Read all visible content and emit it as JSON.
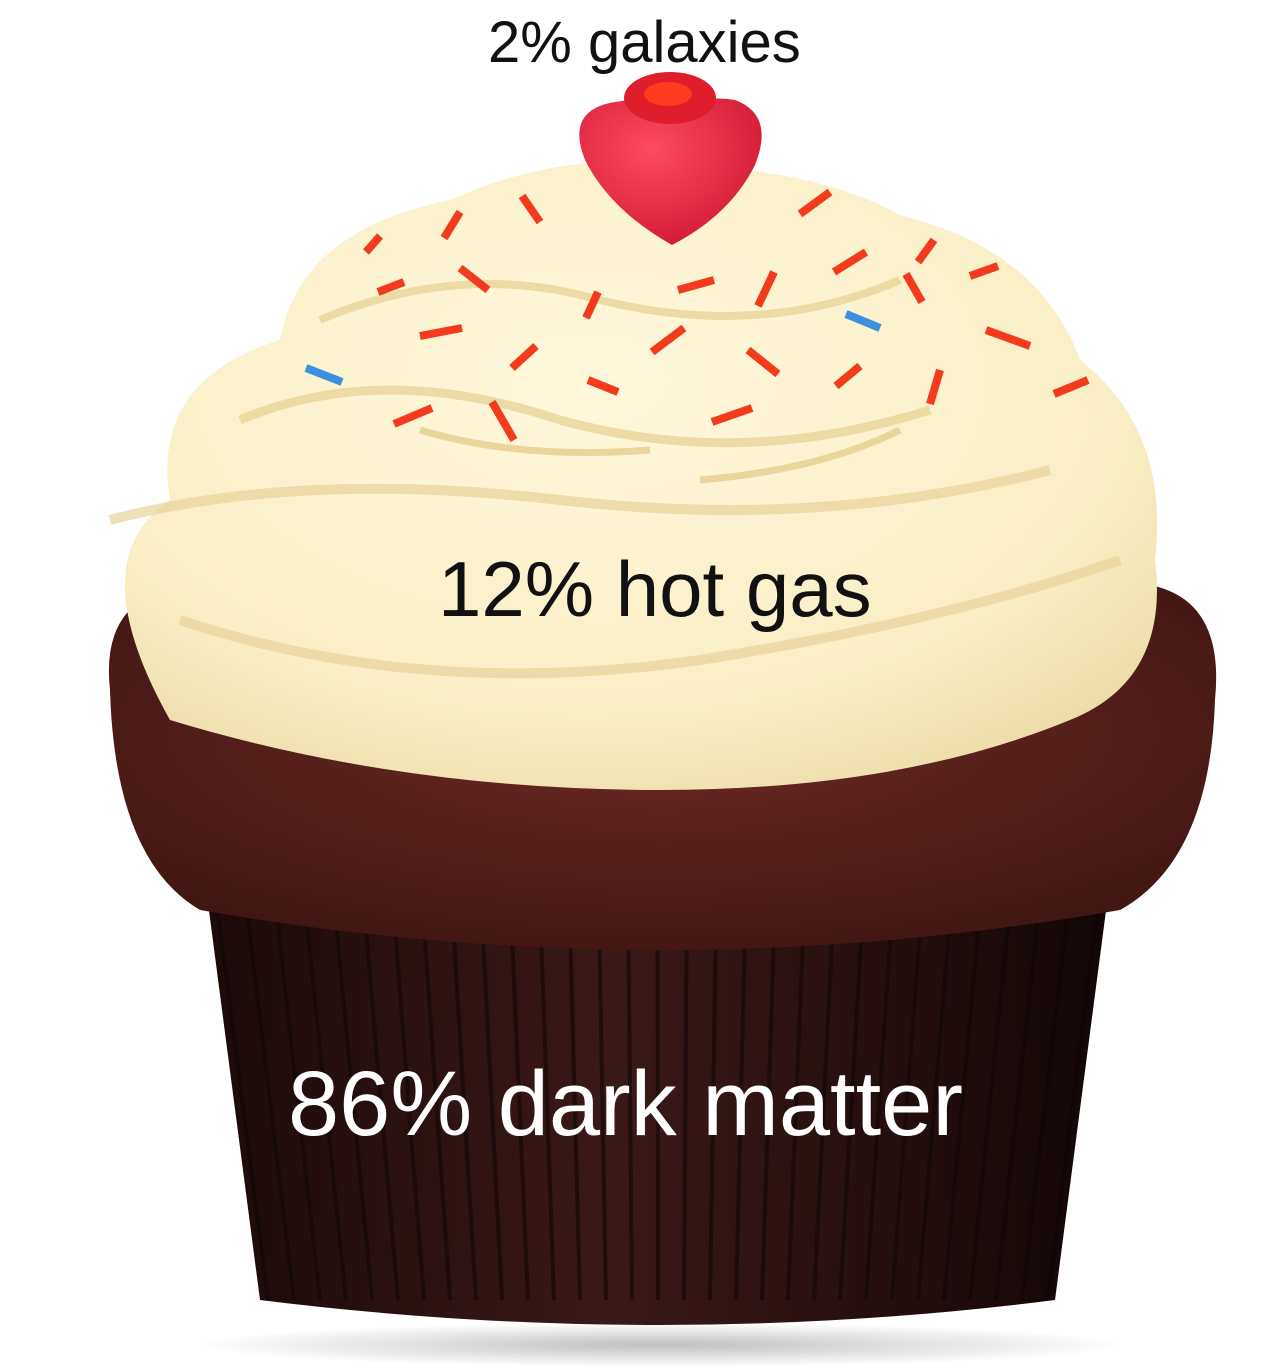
{
  "labels": {
    "galaxies": "2% galaxies",
    "hot_gas": "12% hot gas",
    "dark_matter": "86% dark matter"
  },
  "colors": {
    "frosting": "#fbf0c8",
    "cake": "#5a1d1a",
    "wrapper": "#2a1110",
    "cherry": "#e8233d",
    "sprinkle_red": "#f23b1c",
    "sprinkle_blue": "#3d8fe0",
    "label_dark": "#111111",
    "label_light": "#ffffff"
  }
}
